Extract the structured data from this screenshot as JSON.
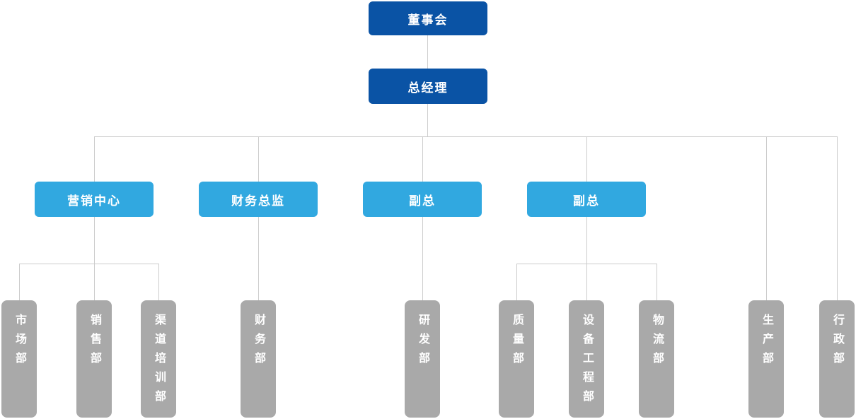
{
  "chart": {
    "type": "org-chart",
    "root": {
      "label": "董事会"
    },
    "general_manager": {
      "label": "总经理"
    },
    "level2": [
      {
        "label": "营销中心",
        "departments": [
          {
            "label": "市场部"
          },
          {
            "label": "销售部"
          },
          {
            "label": "渠道培训部"
          }
        ]
      },
      {
        "label": "财务总监",
        "departments": [
          {
            "label": "财务部"
          }
        ]
      },
      {
        "label": "副总",
        "departments": [
          {
            "label": "研发部"
          }
        ]
      },
      {
        "label": "副总",
        "departments": [
          {
            "label": "质量部"
          },
          {
            "label": "设备工程部"
          },
          {
            "label": "物流部"
          }
        ]
      }
    ],
    "direct_departments": [
      {
        "label": "生产部"
      },
      {
        "label": "行政部"
      }
    ],
    "colors": {
      "level1_box": "#0a53a5",
      "level2_box": "#31a8e0",
      "department_box": "#a9a9a9",
      "connector_line": "#cccccc",
      "text": "#ffffff",
      "background": "#ffffff"
    }
  }
}
